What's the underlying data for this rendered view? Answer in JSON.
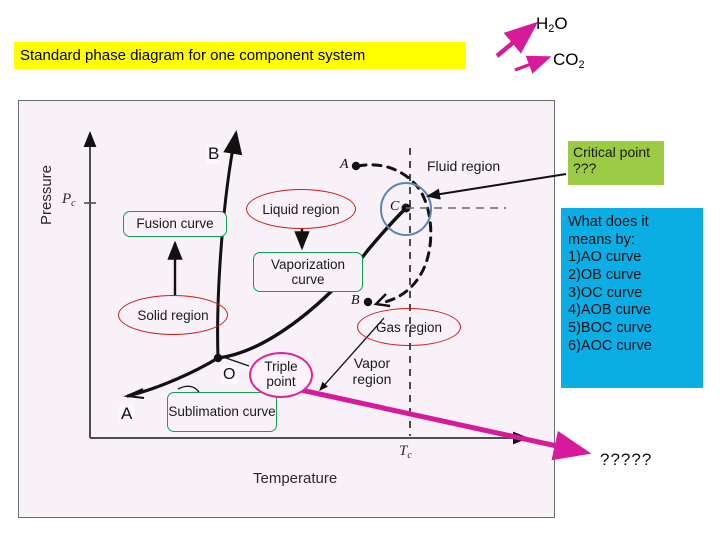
{
  "banner": {
    "title": "Standard phase diagram for one component system"
  },
  "substances": [
    {
      "name": "h2o",
      "main": "H",
      "sub": "2",
      "tail": "O"
    },
    {
      "name": "co2",
      "main": "CO",
      "sub": "2",
      "tail": ""
    }
  ],
  "diagram": {
    "axes": {
      "y_label": "Pressure",
      "x_label": "Temperature",
      "y_tick_label": "P",
      "y_tick_sub": "c",
      "x_tick_label": "T",
      "x_tick_sub": "c"
    },
    "points": {
      "triple_point_letter": "O",
      "fusion_end_letter": "B",
      "sublimation_end_letter": "A",
      "critical_letter": "C",
      "dashed_path_start": "A",
      "dashed_path_end": "B"
    },
    "green_callouts": [
      {
        "key": "fusion",
        "label": "Fusion curve"
      },
      {
        "key": "vaporization",
        "label": "Vaporization curve"
      },
      {
        "key": "sublimation",
        "label": "Sublimation curve"
      }
    ],
    "red_callouts": [
      {
        "key": "liquid",
        "label": "Liquid region"
      },
      {
        "key": "solid",
        "label": "Solid region"
      },
      {
        "key": "gas",
        "label": "Gas region"
      }
    ],
    "magenta_callout": {
      "key": "triple_point",
      "label": "Triple point"
    },
    "plain_labels": {
      "fluid_region": "Fluid region",
      "vapor_region": "Vapor region"
    }
  },
  "side_panels": {
    "critical_point": "Critical point ???",
    "questions": {
      "heading_line1": "What does it",
      "heading_line2": "means by:",
      "items": [
        "1)AO curve",
        "2)OB curve",
        "3)OC curve",
        "4)AOB curve",
        "5)BOC curve",
        "6)AOC curve"
      ]
    },
    "unknown": "?????"
  },
  "colors": {
    "banner_bg": "#ffff00",
    "green_callout": "#13a04e",
    "red_callout": "#d01a1a",
    "magenta": "#e0239b",
    "critical_box_bg": "#9bcb45",
    "question_box_bg": "#0aaee5",
    "plot_bg": "#f8f1f8",
    "critical_circle": "#5b84b1"
  }
}
